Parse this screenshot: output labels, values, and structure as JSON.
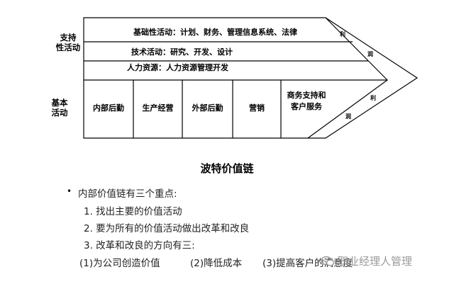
{
  "diagram": {
    "support_label": "支持\n性活动",
    "primary_label": "基本\n活动",
    "support_activities": [
      "基础性活动：计划、财务、管理信息系统、法律",
      "技术活动：研究、开发、设计",
      "人力资源：人力资源管理开发"
    ],
    "primary_activities": [
      "内部后勤",
      "生产经营",
      "外部后勤",
      "营销",
      "商务支持和\n客户服务"
    ],
    "margin_top": [
      "利",
      "润"
    ],
    "margin_bottom": [
      "利",
      "润"
    ]
  },
  "caption": "波特价值链",
  "notes": {
    "bullet": "内部价值链有三个重点:",
    "items": [
      "1. 找出主要的价值活动",
      "2. 要为所有的价值活动做出改革和改良",
      "3. 改革和改良的方向有三:"
    ],
    "sub": [
      "(1)为公司创造价值",
      "(2)降低成本",
      "(3)提高客户的满意度"
    ]
  },
  "watermark": "职业经理人管理",
  "colors": {
    "line": "#000000",
    "text": "#000000",
    "watermark": "#9a9a9a"
  }
}
